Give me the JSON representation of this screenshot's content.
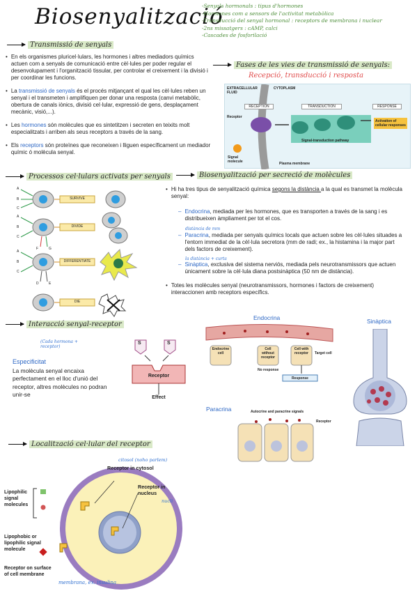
{
  "title": "Biosenyalització",
  "header_notes": [
    "-Senyals hormonals : tipus d'hormones",
    "-Hormones com a sensors de l'activitat metabòlica",
    "-Transducció del senyal hormonal : receptors de membrana i nuclear",
    "-2ns missatgers : cAMP, calci",
    "-Cascades de fosforilació"
  ],
  "transmissio": {
    "heading": "Transmissió de senyals",
    "bullets": [
      {
        "pre": "En els organismes pluricel·lulars, les hormones i altres mediadors químics actuen com a senyals de comunicació entre cèl·lules per poder regular el desenvolupament i l'organització tissular, per controlar el creixement i la divisió i per coordinar les funcions.",
        "term": "",
        "post": ""
      },
      {
        "pre": "La ",
        "term": "transmissió de senyals",
        "post": " és el procés mitjançant el qual les cèl·lules reben un senyal i el transmeten i amplifiquen per donar una resposta (canvi metabòlic, obertura de canals iònics, divisió cel·lular, expressió de gens, desplaçament mecànic, visió,...)."
      },
      {
        "pre": "Les ",
        "term": "hormones",
        "post": "  són molècules que es sintetitzen i secreten en teixits molt especialitzats i arriben als seus receptors a través de la sang."
      },
      {
        "pre": "Els ",
        "term": "receptors",
        "post": " són proteïnes que reconeixen i lliguen específicament un mediador químic  ó molècula senyal."
      }
    ]
  },
  "fases": {
    "heading": "Fases de les vies de transmissió de senyals:",
    "subheading": "Recepció, transducció i resposta",
    "fig": {
      "extracellular": "EXTRACELLULAR FLUID",
      "cytoplasm": "CYTOPLASM",
      "reception": "RECEPTION",
      "transduction": "TRANSDUCTION",
      "response": "RESPONSE",
      "receptor": "Receptor",
      "signal_molecule": "Signal molecule",
      "pathway": "Signal-transduction pathway",
      "activation": "Activation of cellular responses",
      "membrane": "Plasma membrane"
    }
  },
  "processos": {
    "heading": "Processos cel·lulars activats per senyals",
    "rows": [
      {
        "label": "SURVIVE",
        "letters": [
          "A",
          "B",
          "C"
        ]
      },
      {
        "label": "DIVIDE",
        "letters": [
          "A",
          "B",
          "C",
          "F",
          "G"
        ]
      },
      {
        "label": "DIFFERENTIATE",
        "letters": [
          "A",
          "B",
          "C",
          "D",
          "E"
        ]
      },
      {
        "label": "DIE",
        "letters": []
      }
    ]
  },
  "biosecrecio": {
    "heading": "Biosenyalització per secreció de molècules",
    "intro_pre": "Hi ha tres tipus de senyalització química ",
    "intro_u": "segons la distància ",
    "intro_post": "a la qual es transmet la molècula senyal:",
    "items": [
      {
        "term": "Endocrina",
        "text": ", mediada per les hormones, que es transporten a través de la sang i es distribueixen àmpliament per tot el cos.",
        "note": ""
      },
      {
        "term": "Paracrina",
        "text": ", mediada per senyals químics locals que actuen sobre les cèl·lules situades a l'entorn immediat de la cèl·lula secretora  (mm de radi; ex., la histamina i la major part dels factors de creixement).",
        "note": "distància de mm"
      },
      {
        "term": "Sinàptica",
        "text": ", exclusiva del sistema nerviós, mediada pels neurotransmissors que actuen únicament sobre la cèl·lula diana postsinàptica (50 nm de distància).",
        "note": "la distància + curta"
      }
    ],
    "final": "Totes les molècules senyal (neurotransmissors, hormones i factors de creixement) interaccionen amb receptors específics."
  },
  "figs": {
    "endocrina": "Endocrina",
    "sinaptica": "Sinàptica",
    "paracrina": "Paracrina",
    "endocrine_cell": "Endocrine cell",
    "cell_without": "Cell without receptor",
    "cell_with": "Cell with receptor",
    "target": "Target cell",
    "no_response": "No response",
    "response": "Response",
    "auto_para": "Autocrine and paracrine signals",
    "receptor": "Receptor"
  },
  "interaccio": {
    "heading": "Interacció senyal-receptor",
    "note": "(Cada hormona + receptor)",
    "term": "Especificitat",
    "text": "La molècula senyal encaixa perfectament en el lloc d'unió del receptor,  altres molècules no podran unir-se",
    "s1": "S",
    "s2": "S",
    "receptor": "Receptor",
    "effect": "Effect"
  },
  "localitzacio": {
    "heading": "Localització cel·lular del receptor",
    "note_cytosol": "citosol (noho parlem)",
    "receptor_cytosol": "Receptor in cytosol",
    "receptor_nucleus": "Receptor in nucleus",
    "note_nucli": "nucli",
    "lipophilic": "Lipophilic signal molecules",
    "lipophobic": "Lipophobic or lipophilic signal molecule",
    "surface": "Receptor on surface of cell membrane",
    "note_membrana": "membrana, ex. insulina"
  },
  "colors": {
    "highlight": "#d9e9c7",
    "blue_term": "#2b66c4",
    "green_note": "#4e8f3b",
    "subheading_red": "#e04a4a"
  }
}
